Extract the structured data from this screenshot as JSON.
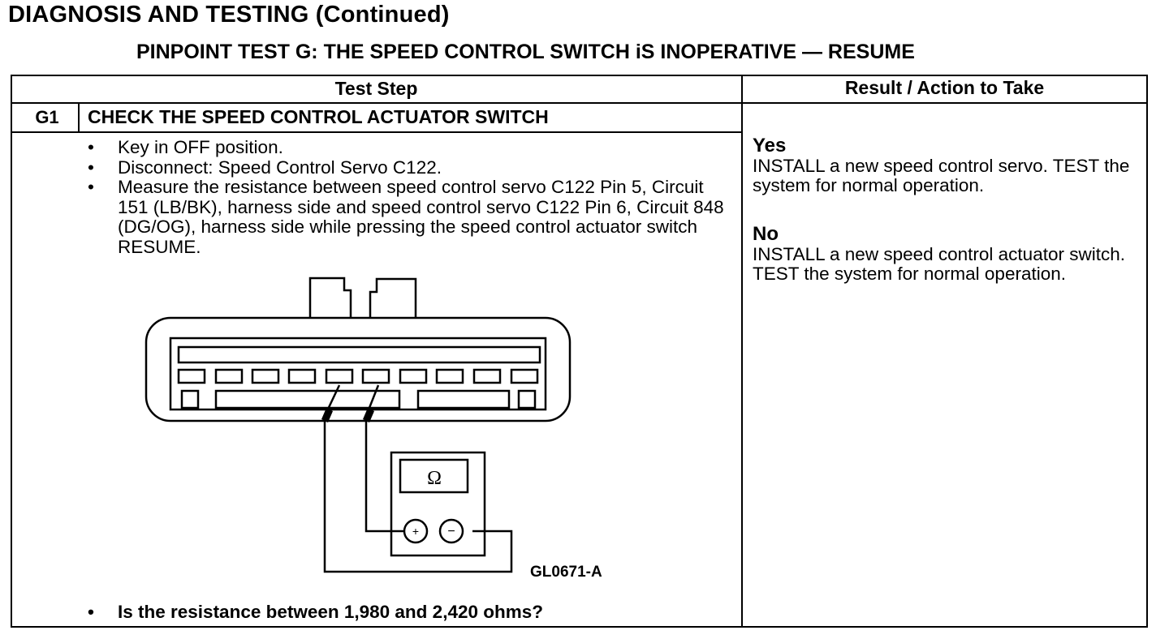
{
  "header": {
    "page_title": "DIAGNOSIS AND TESTING (Continued)",
    "test_title": "PINPOINT TEST G: THE SPEED CONTROL SWITCH iS INOPERATIVE — RESUME"
  },
  "table": {
    "col_test_step": "Test Step",
    "col_result": "Result / Action to Take"
  },
  "step": {
    "id": "G1",
    "title": "CHECK THE SPEED CONTROL ACTUATOR SWITCH",
    "bullet": "•",
    "instructions": [
      "Key in OFF position.",
      "Disconnect: Speed Control Servo C122.",
      "Measure the resistance between speed control servo C122 Pin 5, Circuit 151 (LB/BK), harness side and speed control servo C122 Pin 6, Circuit 848 (DG/OG), harness side while pressing the speed control actuator switch RESUME."
    ],
    "question": "Is the resistance between 1,980 and 2,420 ohms?"
  },
  "results": {
    "yes_label": "Yes",
    "yes_action": "INSTALL a new speed control servo. TEST the system for normal operation.",
    "no_label": "No",
    "no_action": "INSTALL a new speed control actuator switch. TEST the system for normal operation."
  },
  "diagram": {
    "meter_symbol": "Ω",
    "plus_symbol": "+",
    "minus_symbol": "−",
    "figure_id": "GL0671-A"
  }
}
